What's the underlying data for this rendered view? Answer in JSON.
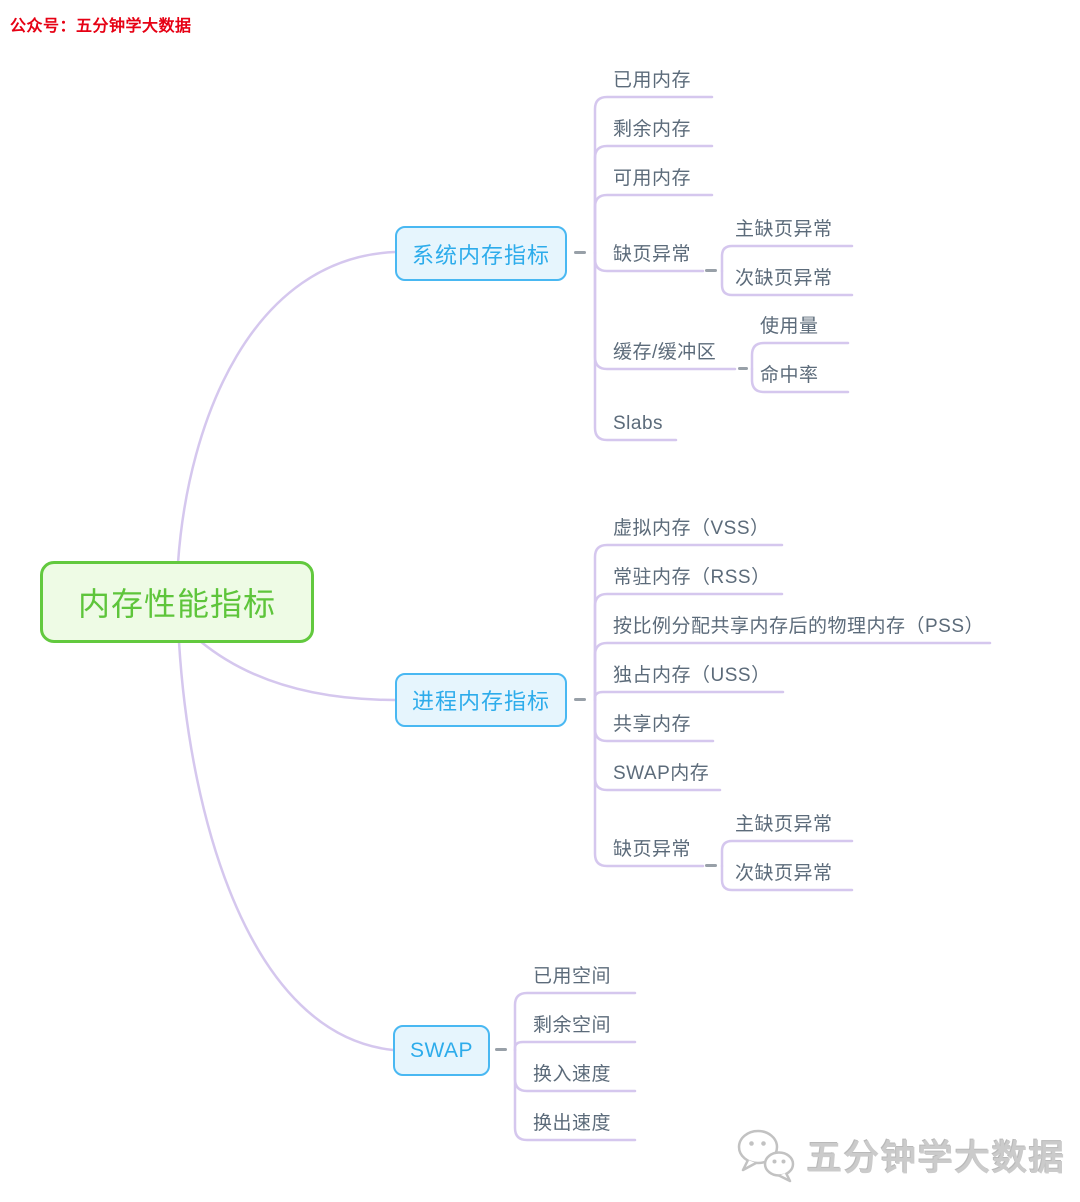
{
  "header": {
    "text": "公众号：五分钟学大数据"
  },
  "footer": {
    "watermark_text": "五分钟学大数据",
    "icon": "wechat-icon"
  },
  "colors": {
    "root_green": "#5ec53b",
    "root_green_border": "#62c93e",
    "root_green_bg": "#eefbe5",
    "branch_blue": "#2daceb",
    "branch_blue_border": "#49b8f2",
    "branch_blue_bg": "#e6f5fd",
    "connector_lavender": "#d5c7ee",
    "leaf_text": "#5c6b7a",
    "collapse_dash": "#98a0a8",
    "header_red": "#e60114",
    "watermark_gray": "#cbcbcb"
  },
  "mindmap": {
    "root": {
      "label": "内存性能指标"
    },
    "branches": [
      {
        "label": "系统内存指标",
        "children": [
          {
            "label": "已用内存"
          },
          {
            "label": "剩余内存"
          },
          {
            "label": "可用内存"
          },
          {
            "label": "缺页异常",
            "children": [
              {
                "label": "主缺页异常"
              },
              {
                "label": "次缺页异常"
              }
            ]
          },
          {
            "label": "缓存/缓冲区",
            "children": [
              {
                "label": "使用量"
              },
              {
                "label": "命中率"
              }
            ]
          },
          {
            "label": "Slabs"
          }
        ]
      },
      {
        "label": "进程内存指标",
        "children": [
          {
            "label": "虚拟内存（VSS）"
          },
          {
            "label": "常驻内存（RSS）"
          },
          {
            "label": "按比例分配共享内存后的物理内存（PSS）"
          },
          {
            "label": "独占内存（USS）"
          },
          {
            "label": "共享内存"
          },
          {
            "label": "SWAP内存"
          },
          {
            "label": "缺页异常",
            "children": [
              {
                "label": "主缺页异常"
              },
              {
                "label": "次缺页异常"
              }
            ]
          }
        ]
      },
      {
        "label": "SWAP",
        "children": [
          {
            "label": "已用空间"
          },
          {
            "label": "剩余空间"
          },
          {
            "label": "换入速度"
          },
          {
            "label": "换出速度"
          }
        ]
      }
    ]
  }
}
